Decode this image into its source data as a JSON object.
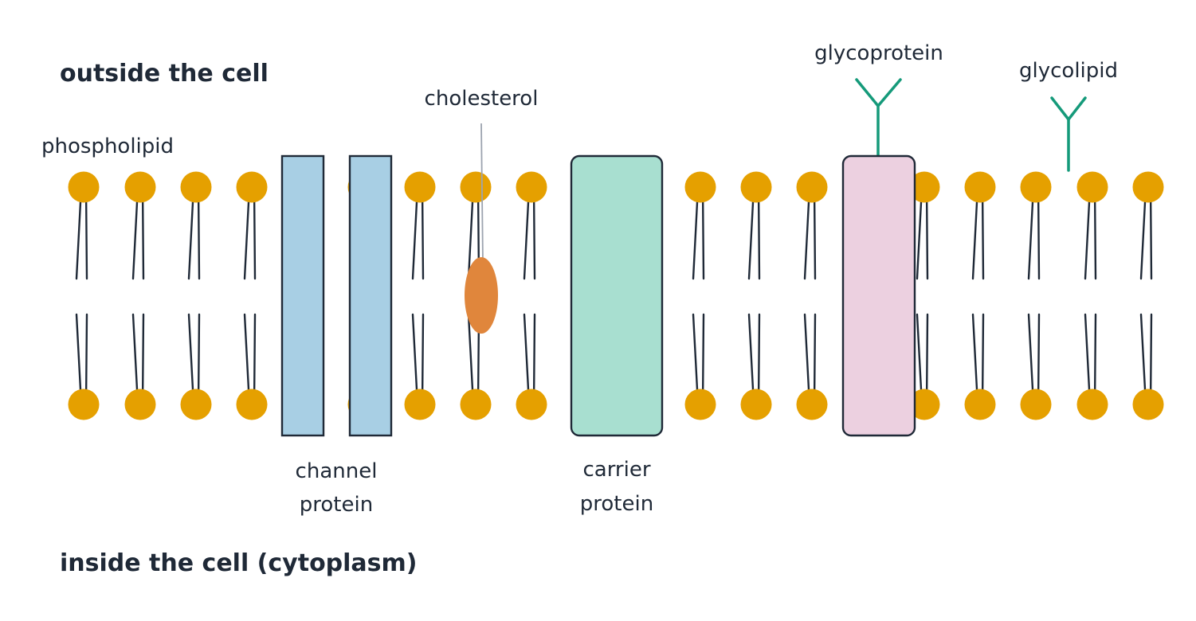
{
  "labels": {
    "outside": "outside the cell",
    "inside": "inside the cell (cytoplasm)",
    "phospholipid": "phospholipid",
    "cholesterol": "cholesterol",
    "glycoprotein": "glycoprotein",
    "glycolipid": "glycolipid",
    "channel_protein_line1": "channel",
    "channel_protein_line2": "protein",
    "carrier_protein_line1": "carrier",
    "carrier_protein_line2": "protein"
  },
  "colors": {
    "text": "#1f2937",
    "phospholipid_head": "#e5a000",
    "channel_protein": "#a8cfe4",
    "carrier_protein": "#a8dfd0",
    "glycoprotein": "#ecd0e0",
    "cholesterol": "#e0863c",
    "sugar_chain": "#159a7a",
    "outline": "#1f2937",
    "pointer_line": "#9ca3af"
  }
}
